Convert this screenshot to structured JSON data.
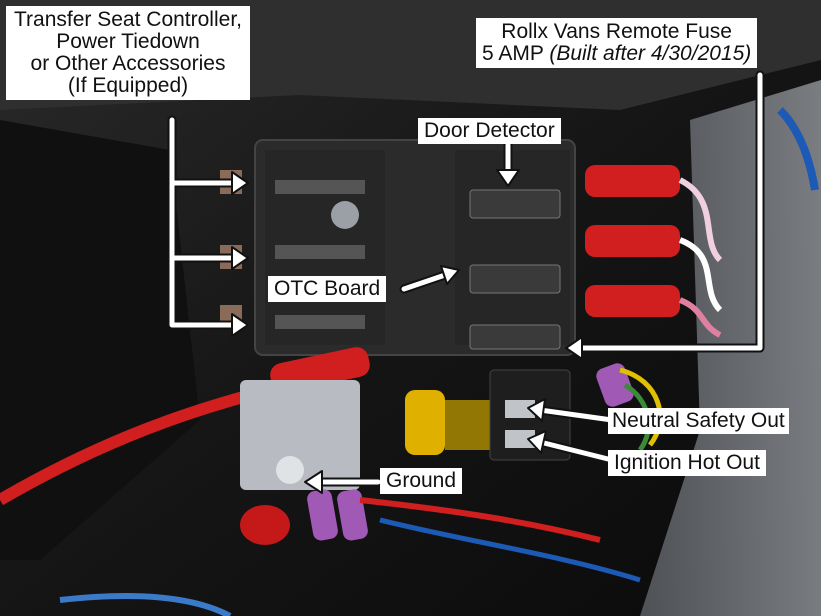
{
  "callouts": {
    "transfer_seat": [
      "Transfer Seat Controller,",
      "Power Tiedown",
      "or Other Accessories",
      "(If Equipped)"
    ],
    "rollx_fuse": {
      "line1": "Rollx Vans Remote Fuse",
      "line2_prefix": "5 AMP ",
      "line2_italic": "(Built after 4/30/2015)"
    },
    "door_detector": "Door Detector",
    "otc_board": "OTC Board",
    "neutral_safety_out": "Neutral Safety Out",
    "ignition_hot_out": "Ignition Hot Out",
    "ground": "Ground"
  },
  "colors": {
    "label_bg": "#ffffff",
    "arrow_fill": "#ffffff",
    "arrow_stroke": "#111111",
    "fuse_box": "#2a2a2a",
    "wire_red": "#d11e1e",
    "terminal_purple": "#a05ab5",
    "terminal_yellow": "#e0b000"
  },
  "icons": {
    "arrow": "outlined-white-arrow-icon"
  }
}
